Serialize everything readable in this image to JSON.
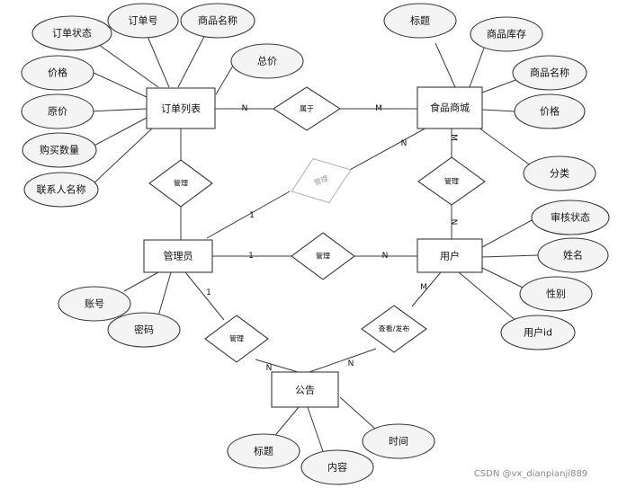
{
  "entities": {
    "order_list": "订单列表",
    "food_mall": "食品商城",
    "admin": "管理员",
    "user": "用户",
    "notice": "公告"
  },
  "relationships": {
    "belongs": "属于",
    "manage_order": "管理",
    "manage_mall": "管理",
    "manage_user": "管理",
    "manage_food": "管理",
    "manage_notice": "管理",
    "view_publish": "查看/发布"
  },
  "attributes": {
    "order_status": "订单状态",
    "order_no": "订单号",
    "product_name_order": "商品名称",
    "total_price": "总价",
    "price_order": "价格",
    "original_price": "原价",
    "purchase_qty": "购买数量",
    "contact_name": "联系人名称",
    "title_mall": "标题",
    "stock": "商品库存",
    "product_name_mall": "商品名称",
    "price_mall": "价格",
    "category": "分类",
    "review_status": "审核状态",
    "user_name": "姓名",
    "gender": "性别",
    "user_id": "用户id",
    "account": "账号",
    "password": "密码",
    "notice_title": "标题",
    "content": "内容",
    "time": "时间"
  },
  "cardinalities": {
    "order_belongs": "N",
    "mall_belongs": "M",
    "mall_admin": "N",
    "admin_mall": "1",
    "mall_user": "M",
    "user_mall": "N",
    "admin_user": "1",
    "user_admin": "N",
    "admin_notice": "1",
    "notice_admin": "N",
    "user_notice": "M",
    "notice_user": "N"
  },
  "watermark": "CSDN @vx_dianpianji889"
}
